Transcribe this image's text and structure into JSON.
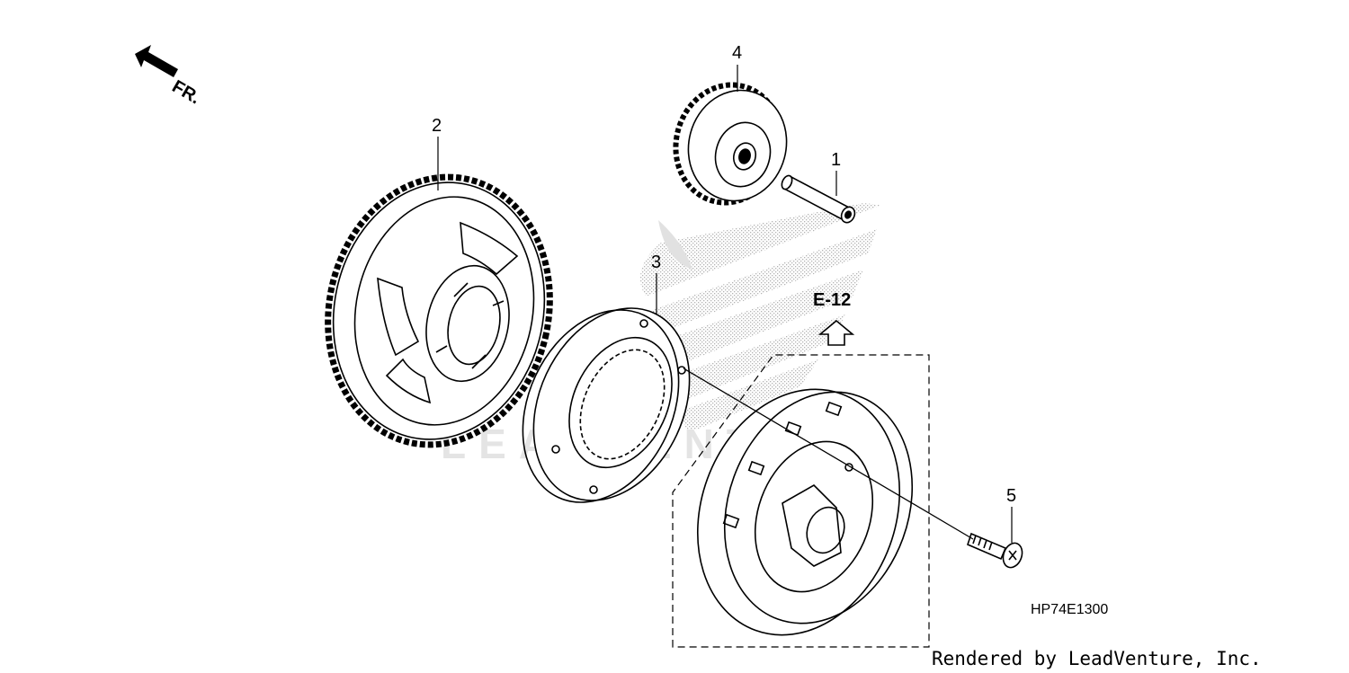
{
  "direction_marker": {
    "label": "FR.",
    "icon": "front-direction-arrow-icon"
  },
  "parts": [
    {
      "id": "1",
      "callout": "1",
      "name_icon": "shaft-icon"
    },
    {
      "id": "2",
      "callout": "2",
      "name_icon": "starter-driven-gear-icon"
    },
    {
      "id": "3",
      "callout": "3",
      "name_icon": "starter-one-way-clutch-icon"
    },
    {
      "id": "4",
      "callout": "4",
      "name_icon": "reduction-gear-icon"
    },
    {
      "id": "5",
      "callout": "5",
      "name_icon": "flange-bolt-icon"
    }
  ],
  "reference": {
    "label": "E-12",
    "icon": "up-arrow-icon"
  },
  "diagram_code": "HP74E1300",
  "credit": "Rendered by LeadVenture, Inc.",
  "colors": {
    "line": "#000000",
    "background": "#ffffff",
    "watermark": "#bdbdbd"
  }
}
